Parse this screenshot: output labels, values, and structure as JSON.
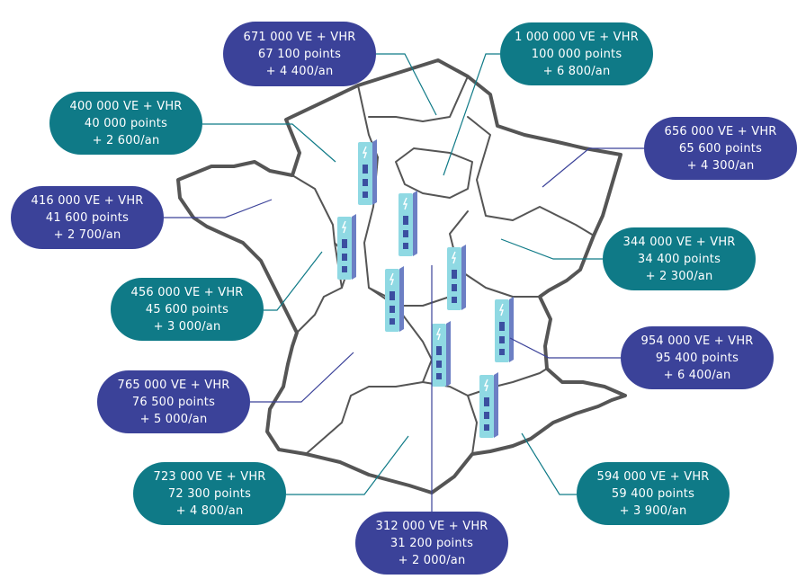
{
  "colors": {
    "region_stroke": "#555555",
    "teal": "#0f7a87",
    "indigo": "#3b4299",
    "charger_fill": "#8fd9e3",
    "charger_side": "#6c7fc4",
    "charger_slot": "#3b4fa0"
  },
  "regions": [
    {
      "id": "hauts-de-france",
      "line1": "671 000 VE + VHR",
      "line2": "67 100 points",
      "line3": "+ 4 400/an"
    },
    {
      "id": "ile-de-france",
      "line1": "1 000 000 VE + VHR",
      "line2": "100 000 points",
      "line3": "+ 6 800/an"
    },
    {
      "id": "normandie",
      "line1": "400 000 VE + VHR",
      "line2": "40 000 points",
      "line3": "+ 2 600/an"
    },
    {
      "id": "grand-est",
      "line1": "656 000 VE + VHR",
      "line2": "65 600 points",
      "line3": "+ 4 300/an"
    },
    {
      "id": "bretagne",
      "line1": "416 000 VE + VHR",
      "line2": "41 600 points",
      "line3": "+ 2 700/an"
    },
    {
      "id": "bourgogne-franche-comte",
      "line1": "344 000 VE + VHR",
      "line2": "34 400 points",
      "line3": "+ 2 300/an"
    },
    {
      "id": "pays-de-la-loire",
      "line1": "456 000 VE + VHR",
      "line2": "45 600 points",
      "line3": "+ 3 000/an"
    },
    {
      "id": "auvergne-rhone-alpes",
      "line1": "954 000 VE + VHR",
      "line2": "95 400 points",
      "line3": "+ 6 400/an"
    },
    {
      "id": "nouvelle-aquitaine",
      "line1": "765 000 VE + VHR",
      "line2": "76 500 points",
      "line3": "+ 5 000/an"
    },
    {
      "id": "occitanie",
      "line1": "723 000 VE + VHR",
      "line2": "72 300 points",
      "line3": "+ 4 800/an"
    },
    {
      "id": "provence-alpes-cote-azur",
      "line1": "594 000 VE + VHR",
      "line2": "59 400 points",
      "line3": "+ 3 900/an"
    },
    {
      "id": "centre-val-de-loire",
      "line1": "312 000 VE + VHR",
      "line2": "31 200 points",
      "line3": "+ 2 000/an"
    }
  ]
}
